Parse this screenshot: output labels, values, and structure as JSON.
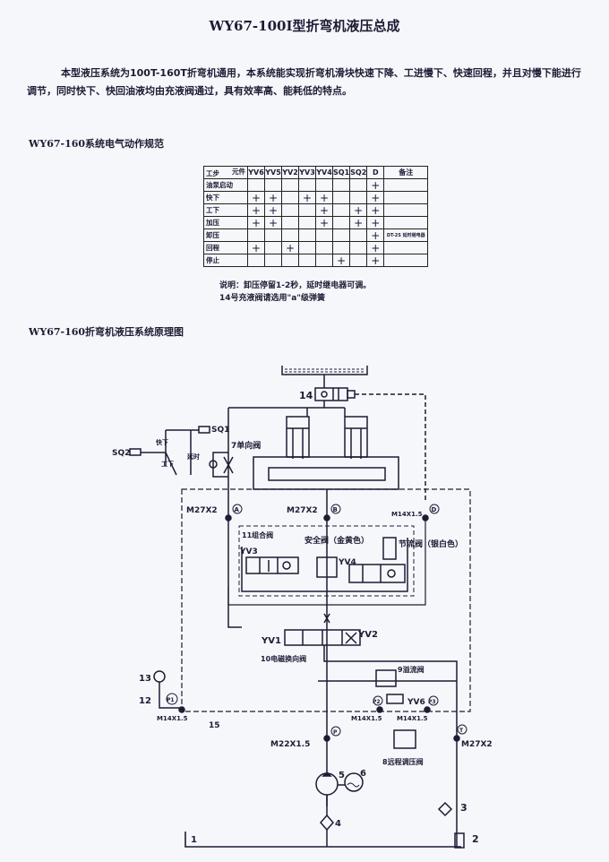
{
  "title": "WY67-100I型折弯机液压总成",
  "intro": "本型液压系统为100T-160T折弯机通用，本系统能实现折弯机滑块快速下降、工进慢下、快速回程，并且对慢下能进行调节，同时快下、快回油液均由充液阀通过，具有效率高、能耗低的特点。",
  "section_electrical": "WY67-160系统电气动作规范",
  "table": {
    "corner_step": "工步",
    "corner_elem": "元件",
    "columns": [
      "YV6",
      "YV5",
      "YV2",
      "YV3",
      "YV4",
      "SQ1",
      "SQ2",
      "D",
      "备注"
    ],
    "rows": [
      {
        "step": "油泵启动",
        "marks": [
          "",
          "",
          "",
          "",
          "",
          "",
          "",
          "+"
        ],
        "note": ""
      },
      {
        "step": "快下",
        "marks": [
          "+",
          "+",
          "",
          "+",
          "+",
          "",
          "",
          "+"
        ],
        "note": ""
      },
      {
        "step": "工下",
        "marks": [
          "+",
          "+",
          "",
          "",
          "+",
          "",
          "+",
          "+"
        ],
        "note": ""
      },
      {
        "step": "加压",
        "marks": [
          "+",
          "+",
          "",
          "",
          "+",
          "",
          "+",
          "+"
        ],
        "note": ""
      },
      {
        "step": "卸压",
        "marks": [
          "",
          "",
          "",
          "",
          "",
          "",
          "",
          "+"
        ],
        "note": "DT-2S 延时继电器"
      },
      {
        "step": "回程",
        "marks": [
          "+",
          "",
          "+",
          "",
          "",
          "",
          "",
          "+"
        ],
        "note": ""
      },
      {
        "step": "停止",
        "marks": [
          "",
          "",
          "",
          "",
          "",
          "+",
          "",
          "+"
        ],
        "note": ""
      }
    ]
  },
  "notes": [
    "说明：卸压停留1-2秒，延时继电器可调。",
    "14号充液阀请选用\"a\"级弹簧"
  ],
  "section_diagram": "WY67-160折弯机液压系统原理图",
  "diagram": {
    "labels": {
      "n14": "14",
      "sq1": "SQ1",
      "sq2": "SQ2",
      "n7": "7单向阀",
      "portA_thread": "M27X2",
      "portA": "A",
      "portB_thread": "M27X2",
      "portB": "B",
      "portD_thread": "M14X1.5",
      "portD": "D",
      "n11": "11组合阀",
      "yv3": "YV3",
      "yv4": "YV4",
      "safety": "安全阀（金黄色）",
      "throttle": "节流阀（银白色）",
      "yv1": "YV1",
      "yv2": "YV2",
      "n10": "10电磁换向阀",
      "n9": "9溢流阀",
      "yv6": "YV6",
      "n13": "13",
      "n12": "12",
      "p1": "P1",
      "m14a": "M14X1.5",
      "n15": "15",
      "m14b": "M14X1.5",
      "m14c": "M14X1.5",
      "p2": "P2",
      "p3": "P3",
      "m22": "M22X1.5",
      "portP": "P",
      "portT": "T",
      "m27t": "M27X2",
      "n8": "8远程调压阀",
      "n5": "5",
      "n6": "6",
      "n4": "4",
      "n3": "3",
      "n2": "2",
      "n1": "1",
      "sw1": "快下",
      "sw2": "工下",
      "sw3": "延时"
    }
  }
}
